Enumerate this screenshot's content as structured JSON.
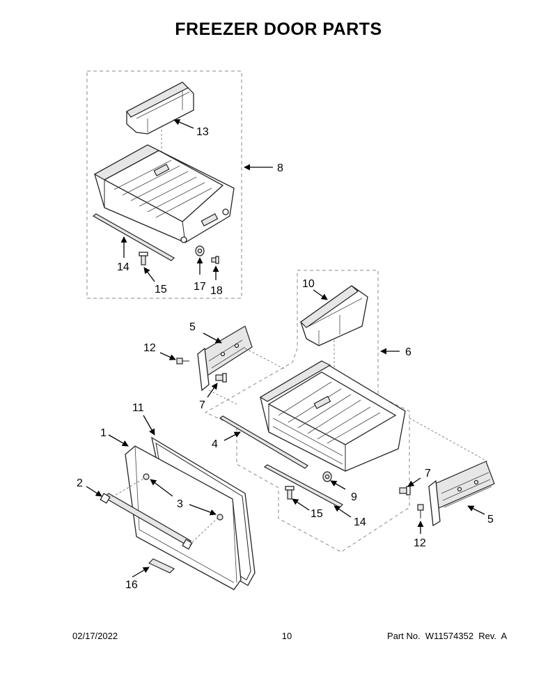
{
  "title": "FREEZER DOOR PARTS",
  "footer": {
    "date": "02/17/2022",
    "page": "10",
    "part_number": "Part No.  W11574352  Rev.  A"
  },
  "callouts": {
    "c1": "1",
    "c2": "2",
    "c3": "3",
    "c4": "4",
    "c5a": "5",
    "c5b": "5",
    "c6": "6",
    "c7a": "7",
    "c7b": "7",
    "c8": "8",
    "c9": "9",
    "c10": "10",
    "c11": "11",
    "c12a": "12",
    "c12b": "12",
    "c13": "13",
    "c14a": "14",
    "c14b": "14",
    "c15a": "15",
    "c15b": "15",
    "c16": "16",
    "c17": "17",
    "c18": "18"
  }
}
